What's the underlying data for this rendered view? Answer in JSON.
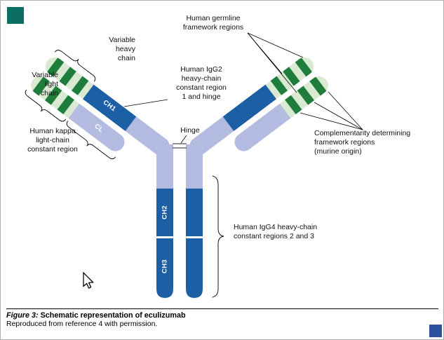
{
  "figure": {
    "labels": {
      "variable_heavy": "Variable\nheavy\nchain",
      "variable_light": "Variable\nlight\nchain",
      "human_kappa": "Human kappa\nlight-chain\nconstant region",
      "germline": "Human germline\nframework regions",
      "igg2": "Human IgG2\nheavy-chain\nconstant region\n1 and hinge",
      "hinge": "Hinge",
      "cdr": "Complementarity determining\nframework regions\n(murine origin)",
      "igg4": "Human IgG4 heavy-chain\nconstant regions 2 and 3"
    },
    "segments": {
      "ch1": "CH1",
      "cl": "CL",
      "ch2": "CH2",
      "ch3": "CH3"
    },
    "caption": {
      "figure_label": "Figure 3:",
      "title": " Schematic representation of eculizumab",
      "credit": "Reproduced from reference 4 with permission."
    }
  },
  "colors": {
    "dark_blue": "#1d5fa5",
    "lavender": "#b3bce0",
    "pale_green": "#d9e9d2",
    "dark_green": "#1e7d3a",
    "teal_square": "#0c6e62",
    "blue_square": "#2d4f9e"
  }
}
